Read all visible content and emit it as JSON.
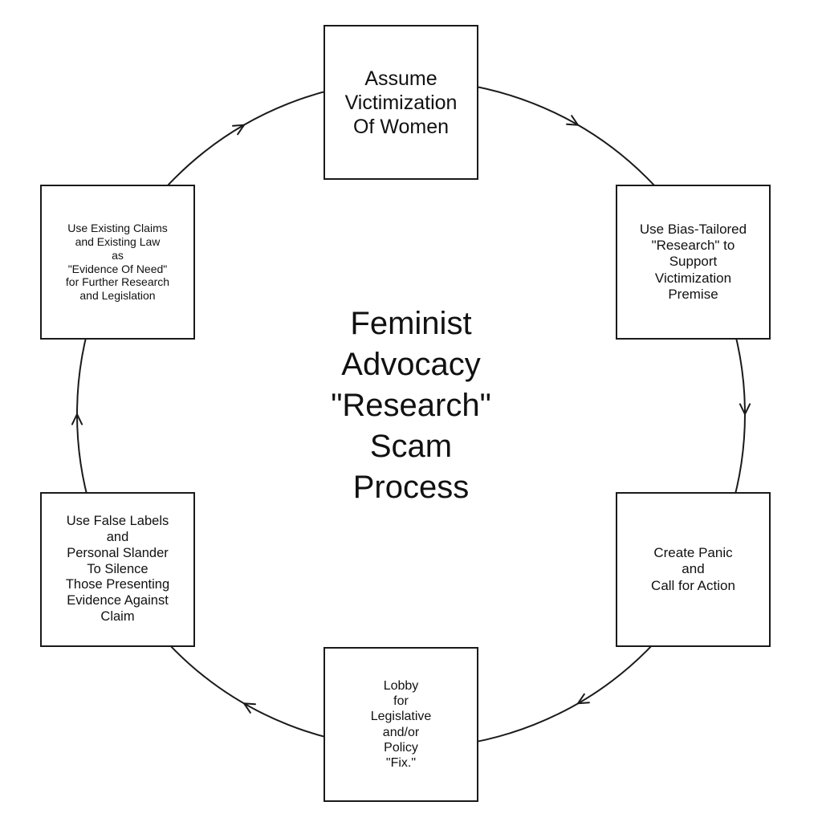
{
  "diagram": {
    "title": "Feminist\nAdvocacy\n\"Research\"\nScam\nProcess",
    "flow_direction": "clockwise",
    "colors": {
      "stroke": "#1a1a1a",
      "background": "#ffffff",
      "text": "#111111"
    },
    "steps": [
      {
        "id": "step-1",
        "position": "top",
        "label": "Assume\nVictimization\nOf Women"
      },
      {
        "id": "step-2",
        "position": "upper-right",
        "label": "Use Bias-Tailored\n\"Research\" to\nSupport\nVictimization\nPremise"
      },
      {
        "id": "step-3",
        "position": "lower-right",
        "label": "Create Panic\nand\nCall for Action"
      },
      {
        "id": "step-4",
        "position": "bottom",
        "label": "Lobby\nfor\nLegislative\nand/or\nPolicy\n\"Fix.\""
      },
      {
        "id": "step-5",
        "position": "lower-left",
        "label": "Use False Labels\nand\nPersonal Slander\nTo Silence\nThose Presenting\nEvidence Against\nClaim"
      },
      {
        "id": "step-6",
        "position": "upper-left",
        "label": "Use Existing Claims\nand Existing Law\nas\n\"Evidence Of Need\"\nfor Further Research\nand Legislation"
      }
    ]
  }
}
